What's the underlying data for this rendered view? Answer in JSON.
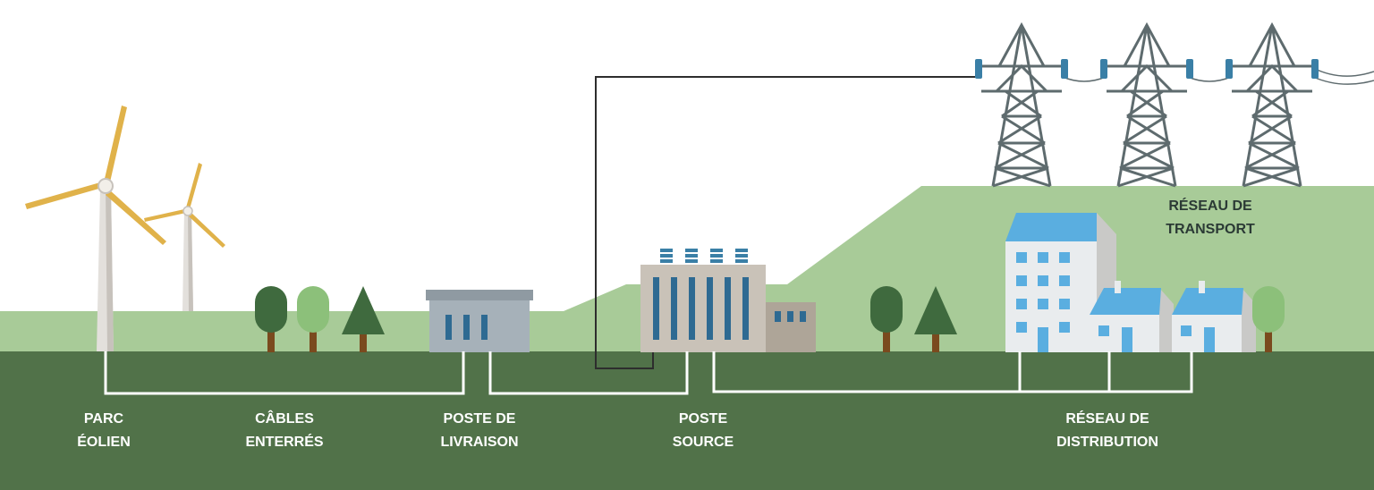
{
  "colors": {
    "ground": "#517249",
    "hill": "#a8cb98",
    "cable": "#ffffff",
    "line": "#2d2d2d",
    "pylon": "#5e6b6e",
    "insulator": "#3a7fa6",
    "roof": "#5aaee0",
    "building_wall": "#e9ecee",
    "substation": "#c9c2b8",
    "delivery_station": "#a6b1b9",
    "turbine_blade": "#e0b24a",
    "tree_dark": "#3f6a3e",
    "tree_light": "#8cc07a"
  },
  "labels": {
    "wind_farm": [
      "PARC",
      "ÉOLIEN"
    ],
    "buried_cables": [
      "CÂBLES",
      "ENTERRÉS"
    ],
    "delivery_station": [
      "POSTE DE",
      "LIVRAISON"
    ],
    "source_station": [
      "POSTE",
      "SOURCE"
    ],
    "distribution_network": [
      "RÉSEAU DE",
      "DISTRIBUTION"
    ],
    "transport_network": [
      "RÉSEAU DE",
      "TRANSPORT"
    ]
  }
}
